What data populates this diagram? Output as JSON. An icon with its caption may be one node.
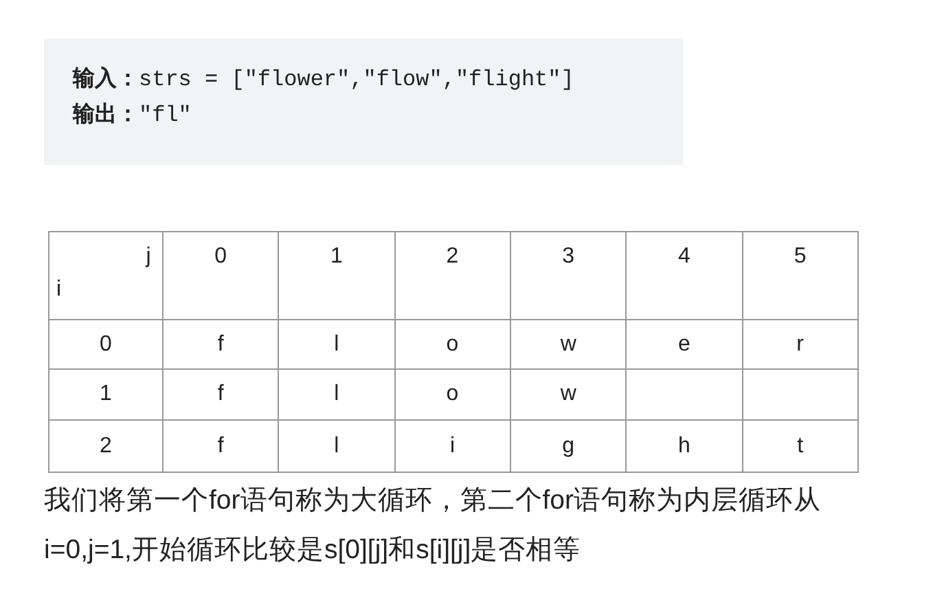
{
  "diagram": {
    "nodes": [
      {
        "text": [
          "**输入：**strs = [\"flower\",\"flow\",\"flight\"]",
          "**输出：**\"fl\""
        ]
      }
    ],
    "labels": [
      "j",
      "i",
      "0",
      "1",
      "2",
      "3",
      "4",
      "5",
      "0",
      "f",
      "l",
      "o",
      "w",
      "e",
      "r",
      "1",
      "f",
      "l",
      "o",
      "w",
      "2",
      "f",
      "l",
      "i",
      "g",
      "h",
      "t",
      "我们将第一个for语句称为大循环，第二个for语句称为内层循环从 i=0,j=1,开始循环比较是s[0][j]和s[i][j]是否相等"
    ]
  }
}
